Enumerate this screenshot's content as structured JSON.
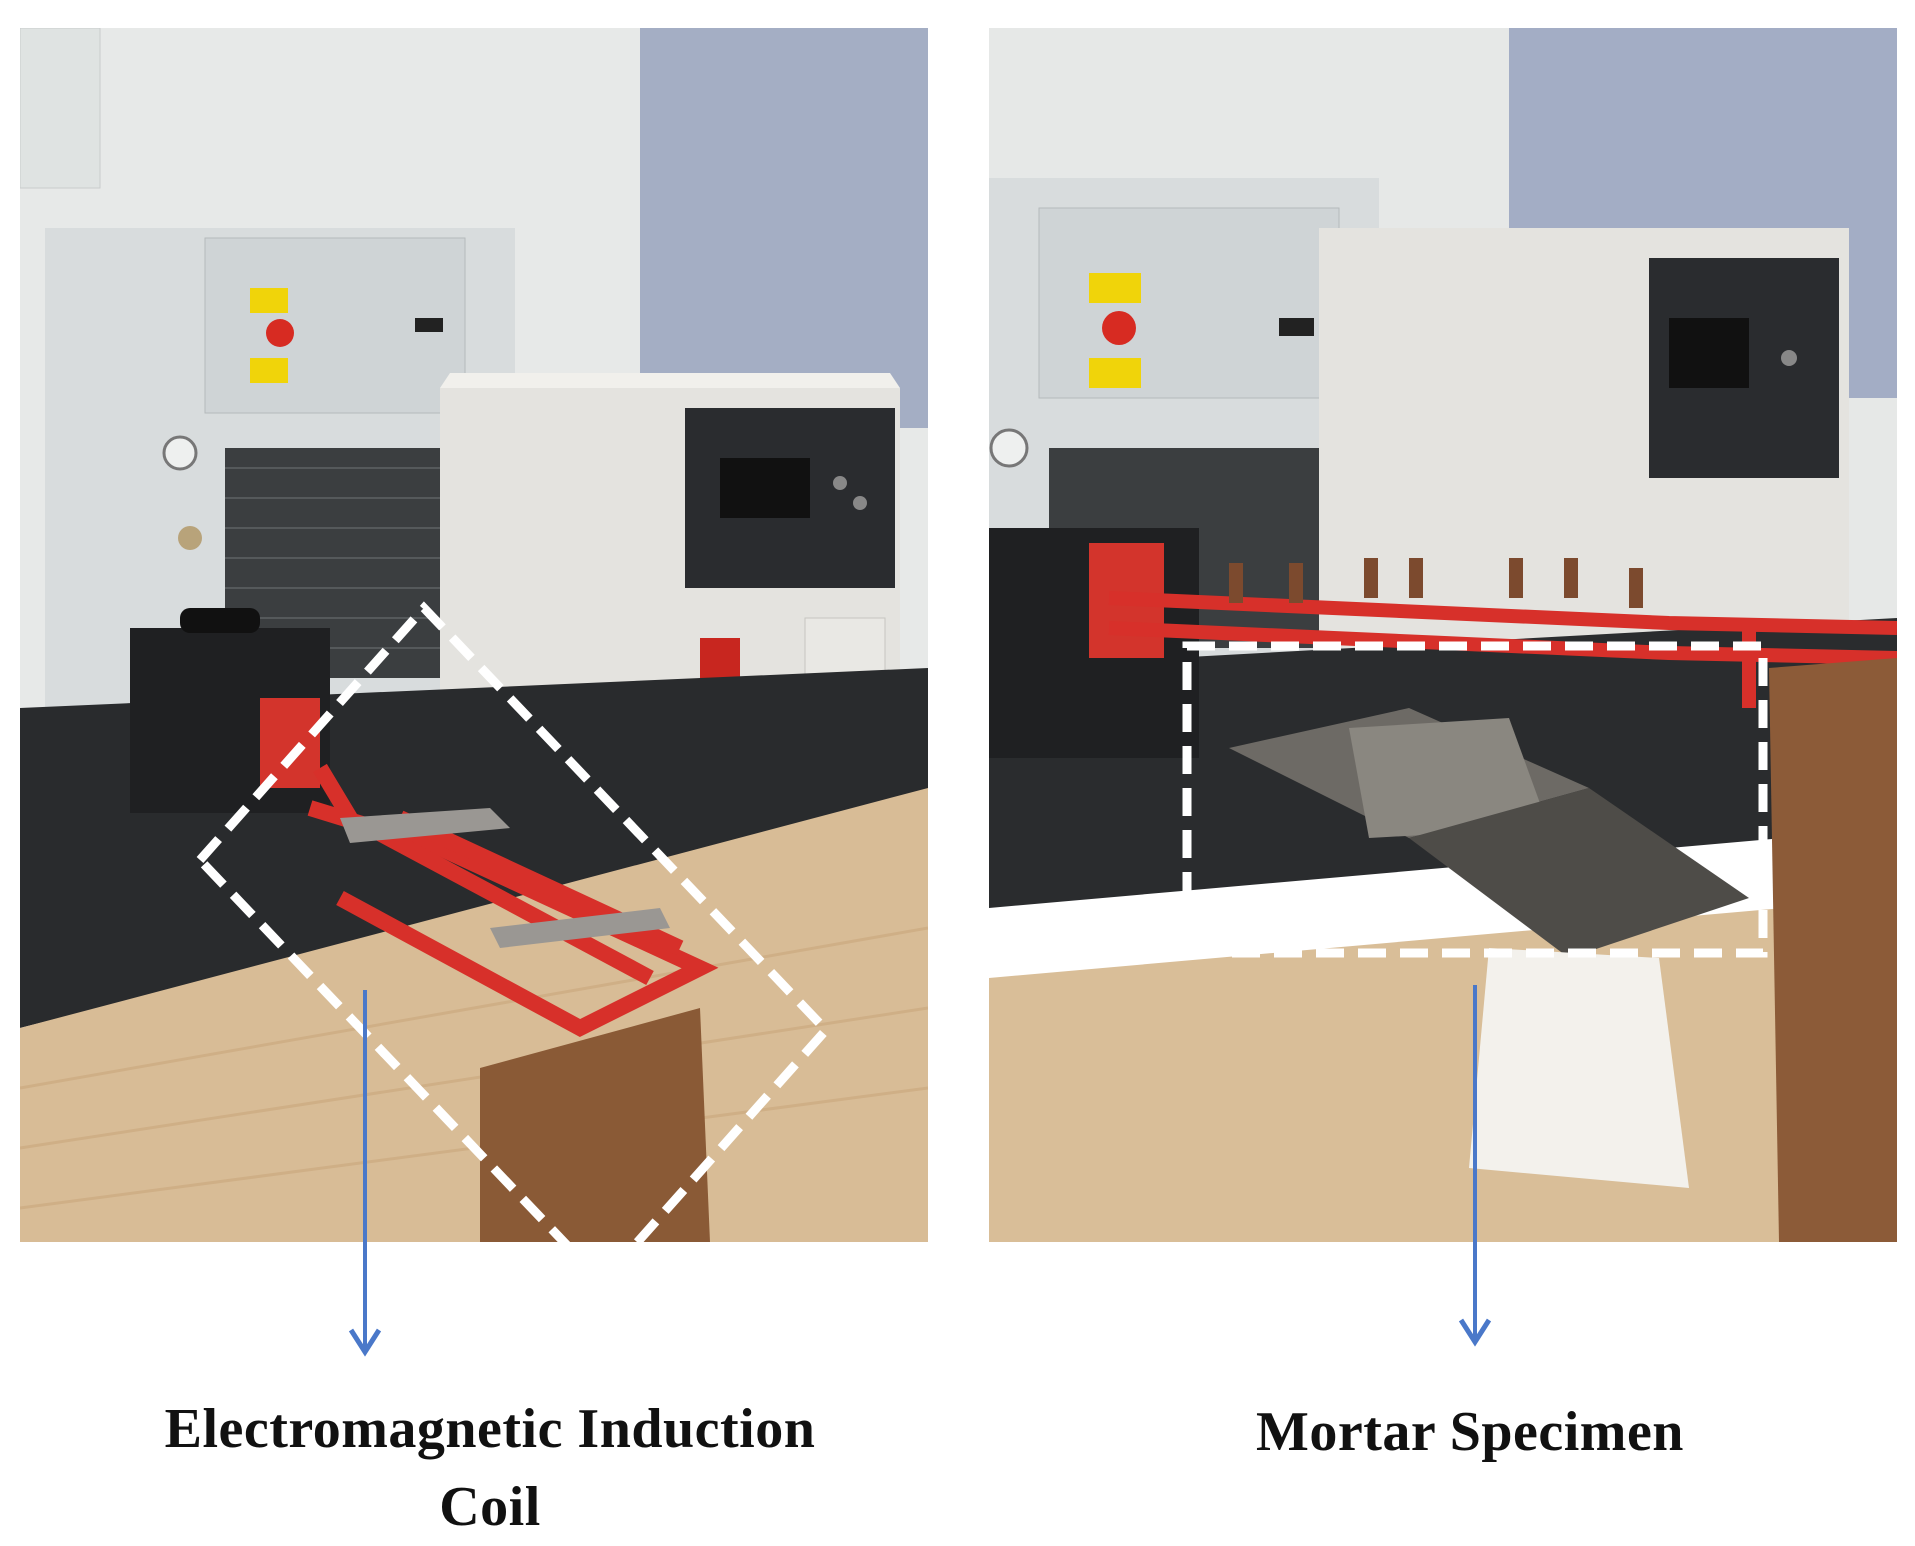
{
  "captions": {
    "left_line1": "Electromagnetic Induction",
    "left_line2": "Coil",
    "right": "Mortar Specimen"
  },
  "colors": {
    "arrow": "#4a78c9",
    "dashed_box": "#ffffff",
    "coil_red": "#d7302a",
    "wall": "#e9ebe9",
    "curtain": "#a3adc4",
    "bench_black": "#27292b",
    "wood": "#d9bd98"
  }
}
